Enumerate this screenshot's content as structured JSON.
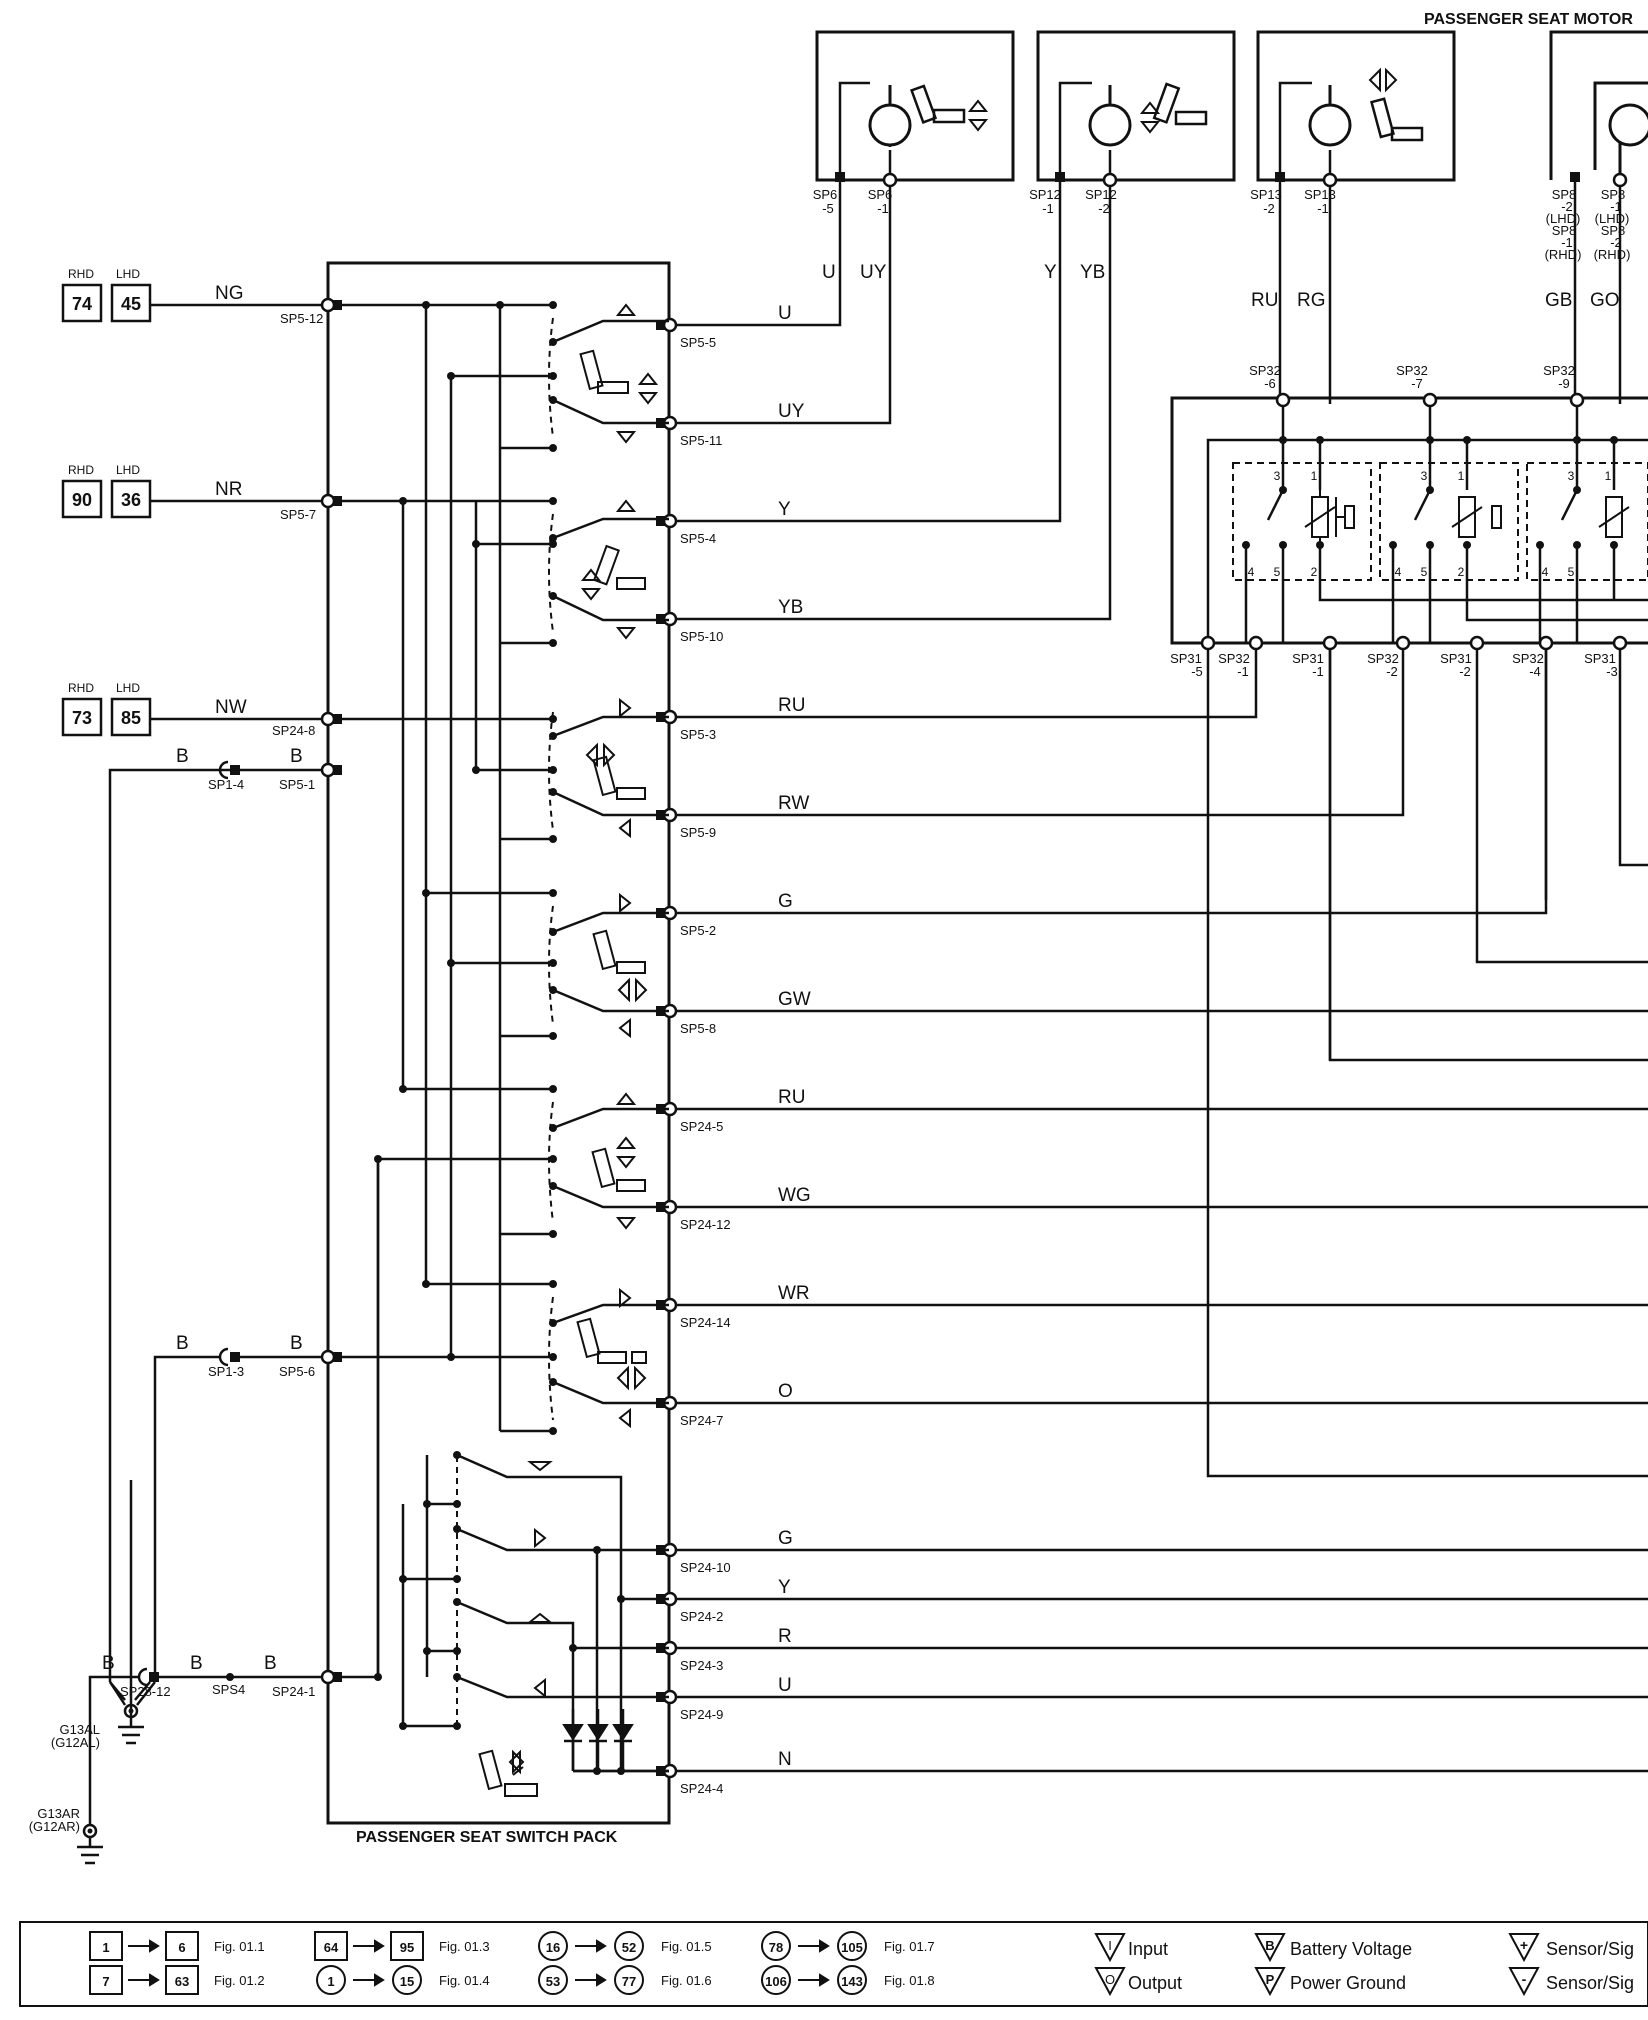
{
  "titles": {
    "motors": "PASSENGER SEAT MOTOR",
    "switch_pack": "PASSENGER SEAT SWITCH PACK"
  },
  "feeds": [
    {
      "rhd_label": "RHD",
      "lhd_label": "LHD",
      "rhd": "74",
      "lhd": "45",
      "wire": "NG",
      "pin": "SP5-12"
    },
    {
      "rhd_label": "RHD",
      "lhd_label": "LHD",
      "rhd": "90",
      "lhd": "36",
      "wire": "NR",
      "pin": "SP5-7"
    },
    {
      "rhd_label": "RHD",
      "lhd_label": "LHD",
      "rhd": "73",
      "lhd": "85",
      "wire": "NW",
      "pin": "SP24-8"
    }
  ],
  "grounds": {
    "g1": {
      "wire_a": "B",
      "conn_a": "SP1-4",
      "wire_b": "B",
      "pin_b": "SP5-1",
      "wire_c": "B",
      "conn_c": "SP1-3",
      "wire_d": "B",
      "pin_d": "SP5-6",
      "label1": "G13AL",
      "label2": "(G12AL)"
    },
    "g2": {
      "wire_a": "B",
      "conn_a": "SP28-12",
      "wire_b": "B",
      "splice": "SPS4",
      "wire_c": "B",
      "pin": "SP24-1",
      "label1": "G13AR",
      "label2": "(G12AR)"
    }
  },
  "outputs": [
    {
      "pin": "SP5-5",
      "wire": "U"
    },
    {
      "pin": "SP5-11",
      "wire": "UY"
    },
    {
      "pin": "SP5-4",
      "wire": "Y"
    },
    {
      "pin": "SP5-10",
      "wire": "YB"
    },
    {
      "pin": "SP5-3",
      "wire": "RU"
    },
    {
      "pin": "SP5-9",
      "wire": "RW"
    },
    {
      "pin": "SP5-2",
      "wire": "G"
    },
    {
      "pin": "SP5-8",
      "wire": "GW"
    },
    {
      "pin": "SP24-5",
      "wire": "RU"
    },
    {
      "pin": "SP24-12",
      "wire": "WG"
    },
    {
      "pin": "SP24-14",
      "wire": "WR"
    },
    {
      "pin": "SP24-7",
      "wire": "O"
    },
    {
      "pin": "SP24-10",
      "wire": "G"
    },
    {
      "pin": "SP24-2",
      "wire": "Y"
    },
    {
      "pin": "SP24-3",
      "wire": "R"
    },
    {
      "pin": "SP24-9",
      "wire": "U"
    },
    {
      "pin": "SP24-4",
      "wire": "N"
    }
  ],
  "motors": [
    {
      "pin_a1": "SP6",
      "pin_a2": "-5",
      "pin_b1": "SP6",
      "pin_b2": "-1",
      "wire_a": "U",
      "wire_b": "UY"
    },
    {
      "pin_a1": "SP12",
      "pin_a2": "-1",
      "pin_b1": "SP12",
      "pin_b2": "-2",
      "wire_a": "Y",
      "wire_b": "YB"
    },
    {
      "pin_a1": "SP13",
      "pin_a2": "-2",
      "pin_b1": "SP13",
      "pin_b2": "-1",
      "wire_a": "RU",
      "wire_b": "RG"
    },
    {
      "lines_a": [
        "SP8",
        "-2",
        "(LHD)",
        "SP8",
        "-1",
        "(RHD)"
      ],
      "lines_b": [
        "SP8",
        "-1",
        "(LHD)",
        "SP8",
        "-2",
        "(RHD)"
      ],
      "wire_a": "GB",
      "wire_b": "GO"
    }
  ],
  "relay_top_pins": [
    {
      "l1": "SP32",
      "l2": "-6"
    },
    {
      "l1": "SP32",
      "l2": "-7"
    },
    {
      "l1": "SP32",
      "l2": "-9"
    }
  ],
  "relay_bottom_pins": [
    {
      "l1": "SP31",
      "l2": "-5"
    },
    {
      "l1": "SP32",
      "l2": "-1"
    },
    {
      "l1": "SP31",
      "l2": "-1"
    },
    {
      "l1": "SP32",
      "l2": "-2"
    },
    {
      "l1": "SP31",
      "l2": "-2"
    },
    {
      "l1": "SP32",
      "l2": "-4"
    },
    {
      "l1": "SP31",
      "l2": "-3"
    }
  ],
  "relay_internal_pins": [
    "3",
    "1",
    "4",
    "5",
    "2"
  ],
  "legend": {
    "items": [
      {
        "a": "1",
        "b": "6",
        "fig": "Fig. 01.1"
      },
      {
        "a": "7",
        "b": "63",
        "fig": "Fig. 01.2"
      },
      {
        "a": "64",
        "b": "95",
        "fig": "Fig. 01.3"
      },
      {
        "a": "1",
        "b": "15",
        "fig": "Fig. 01.4"
      },
      {
        "a": "16",
        "b": "52",
        "fig": "Fig. 01.5"
      },
      {
        "a": "53",
        "b": "77",
        "fig": "Fig. 01.6"
      },
      {
        "a": "78",
        "b": "105",
        "fig": "Fig. 01.7"
      },
      {
        "a": "106",
        "b": "143",
        "fig": "Fig. 01.8"
      }
    ],
    "input_symbol": "I",
    "input": "Input",
    "output_symbol": "O",
    "output": "Output",
    "battery_symbol": "B",
    "battery": "Battery Voltage",
    "ground_symbol": "P",
    "ground": "Power Ground",
    "sensor_plus_symbol": "+",
    "sensor_plus": "Sensor/Sig",
    "sensor_minus_symbol": "-",
    "sensor_minus": "Sensor/Sig"
  }
}
